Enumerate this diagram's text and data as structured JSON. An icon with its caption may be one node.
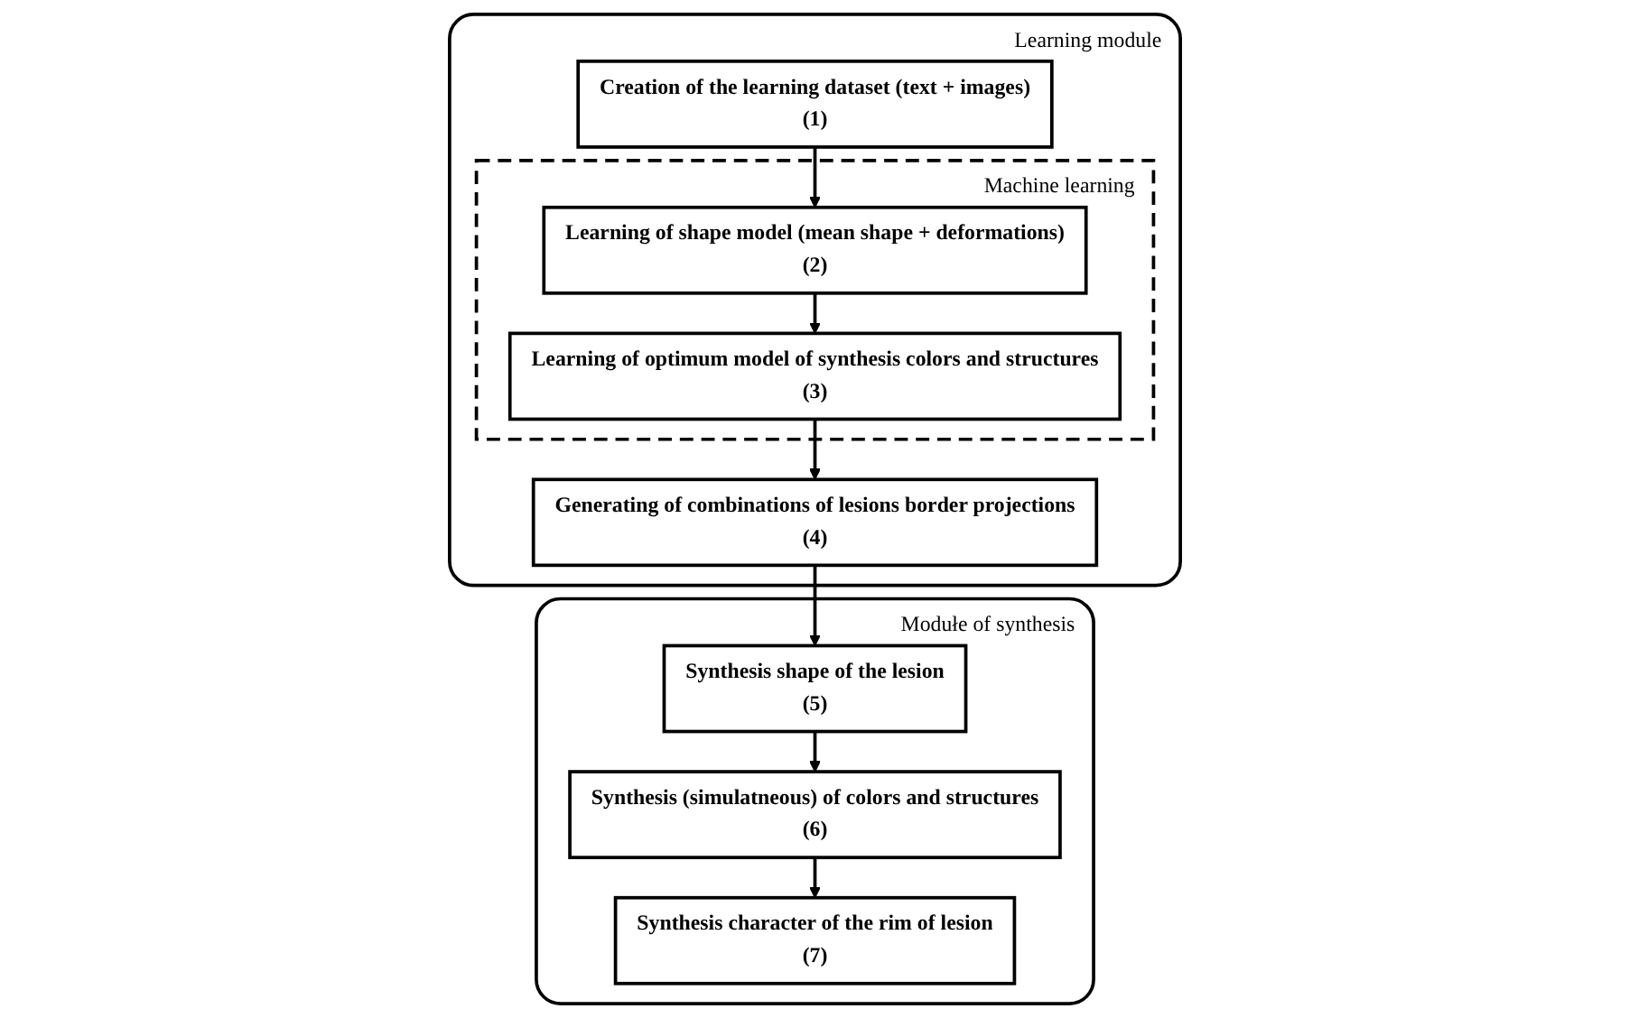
{
  "diagram": {
    "nodes": [
      {
        "text": [
          "Learning module"
        ]
      },
      {
        "text": [
          "Creation of the learning dataset (text + images)",
          "(1)"
        ],
        "in": 0
      },
      {
        "text": [
          "Machine learning"
        ],
        "in": 0
      },
      {
        "text": [
          "Learning of shape model (mean shape + deformations)",
          "(2)"
        ],
        "in": 2
      },
      {
        "text": [
          "Learning of optimum model of synthesis colors and structures",
          "(3)"
        ],
        "in": 2
      },
      {
        "text": [
          "Generating of combinations of lesions border projections",
          "(4)"
        ],
        "in": 0
      },
      {
        "text": [
          "Modułe of synthesis"
        ]
      },
      {
        "text": [
          "Synthesis shape of the lesion",
          "(5)"
        ],
        "in": 6
      },
      {
        "text": [
          "Synthesis (simulatneous) of colors and structures",
          "(6)"
        ],
        "in": 6
      },
      {
        "text": [
          "Synthesis character of the rim of lesion",
          "(7)"
        ],
        "in": 6
      }
    ],
    "edges": [
      {
        "from": 1,
        "to": 3,
        "arrow": "to"
      },
      {
        "from": 3,
        "to": 4,
        "arrow": "to"
      },
      {
        "from": 4,
        "to": 5,
        "arrow": "to"
      },
      {
        "from": 5,
        "to": 7,
        "arrow": "to"
      },
      {
        "from": 7,
        "to": 8,
        "arrow": "to"
      },
      {
        "from": 8,
        "to": 9,
        "arrow": "to"
      }
    ]
  }
}
